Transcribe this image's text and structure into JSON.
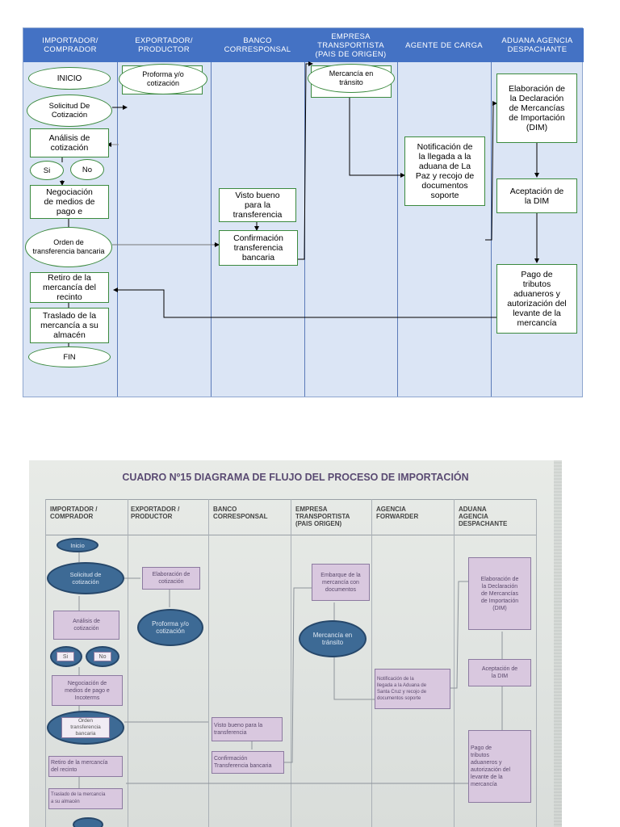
{
  "top": {
    "lanes": [
      "IMPORTADOR/\nCOMPRADOR",
      "EXPORTADOR/\nPRODUCTOR",
      "BANCO\nCORRESPONSAL",
      "EMPRESA\nTRANSPORTISTA\n(PAIS DE ORIGEN)",
      "AGENTE DE CARGA",
      "ADUANA AGENCIA\nDESPACHANTE"
    ],
    "nodes": {
      "inicio": "INICIO",
      "solicitud": "Solicitud De\nCotización",
      "analisis": "Análisis de\ncotización",
      "si": "Si",
      "no": "No",
      "negociacion": "Negociación\nde medios de\npago e",
      "orden": "Orden de\ntransferencia bancaria",
      "retiro": "Retiro de la\nmercancía del\nrecinto",
      "traslado": "Traslado de la\nmercancía a su\nalmacén",
      "fin": "FIN",
      "proforma": "Proforma y/o\ncotización",
      "visto": "Visto bueno\npara la\ntransferencia",
      "confirmacion": "Confirmación\ntransferencia\nbancaria",
      "mercancia": "Mercancía en\ntránsito",
      "notificacion": "Notificación de\nla llegada a la\naduana de La\nPaz y recojo de\ndocumentos\nsoporte",
      "elaboracion": "Elaboración de\nla Declaración\nde Mercancías\nde Importación\n(DIM)",
      "aceptacion": "Aceptación de\nla DIM",
      "pago": "Pago de\ntributos\naduaneros y\nautorización del\nlevante de la\nmercancía"
    }
  },
  "photo": {
    "title": "CUADRO Nº15 DIAGRAMA DE FLUJO DEL PROCESO DE IMPORTACIÓN",
    "lanes": [
      "IMPORTADOR /\nCOMPRADOR",
      "EXPORTADOR /\nPRODUCTOR",
      "BANCO\nCORRESPONSAL",
      "EMPRESA\nTRANSPORTISTA\n(PAIS ORIGEN)",
      "AGENCIA\nFORWARDER",
      "ADUANA\nAGENCIA\nDESPACHANTE"
    ],
    "nodes": {
      "inicio": "Inicio",
      "solicitud": "Solicitud de\ncotización",
      "analisis": "Análisis de\ncotización",
      "si": "Si",
      "no": "No",
      "negociacion": "Negociación de\nmedios de pago e\nIncoterms",
      "orden": "Orden\ntransferencia\nbancaria",
      "retiro": "Retiro de la mercancía\ndel recinto",
      "traslado": "Traslado de la mercancía\na su almacén",
      "elaboracion_cot": "Elaboración de\ncotización",
      "proforma": "Proforma y/o\ncotización",
      "visto": "Visto bueno para la\ntransferencia",
      "confirmacion": "Confirmación\nTransferencia bancaria",
      "embarque": "Embarque de la\nmercancía con\ndocumentos",
      "mercancia": "Mercancía en\ntránsito",
      "notificacion": "Notificación de la\nllegada a la Aduana de\nSanta Cruz y recojo de\ndocumentos soporte",
      "elaboracion": "Elaboración de\nla Declaración\nde Mercancías\nde Importación\n(DIM)",
      "aceptacion": "Aceptación de\nla DIM",
      "pago": "Pago de\ntributos\naduaneros y\nautorización del\nlevante de la\nmercancía"
    }
  }
}
